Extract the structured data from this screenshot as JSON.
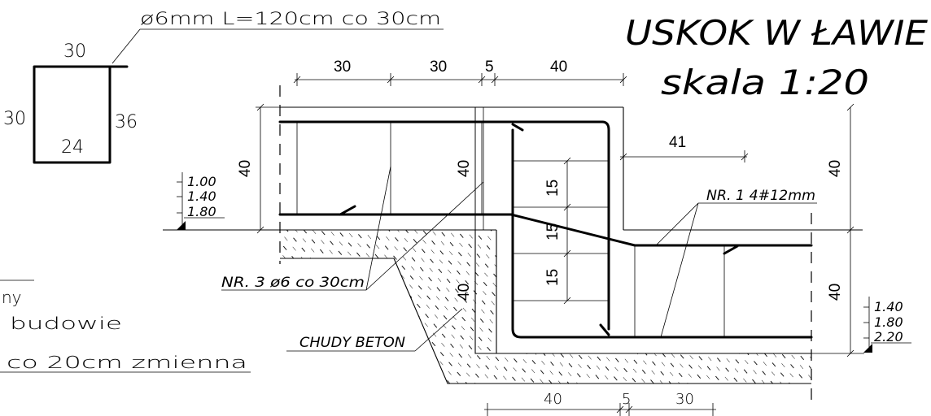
{
  "title": {
    "line1": "USKOK W ŁAWIE",
    "line2": "skala 1:20"
  },
  "stirrup": {
    "callout": "ø6mm L=120cm co 30cm",
    "dim_top": "30",
    "dim_left": "30",
    "dim_right": "36",
    "dim_bottom": "24"
  },
  "top_dims": [
    "30",
    "30",
    "5",
    "40"
  ],
  "bottom_dims": [
    "40",
    "5",
    "30"
  ],
  "step_dim": "41",
  "height_dims": {
    "left": "40",
    "middle": "40",
    "right_upper": "40",
    "right_lower": "40",
    "middle_lower": "40"
  },
  "spacing_dims": [
    "15",
    "15",
    "15"
  ],
  "labels": {
    "bar1": "NR. 1  4#12mm",
    "bar3": "NR. 3   ø6 co 30cm",
    "lean_concrete": "CHUDY BETON"
  },
  "levels_left": [
    "1.00",
    "1.40",
    "1.80"
  ],
  "levels_right": [
    "1.40",
    "1.80",
    "2.20"
  ],
  "partial_text": {
    "line1": "ny",
    "line2": "budowie",
    "line3": "co 20cm   zmienna"
  }
}
